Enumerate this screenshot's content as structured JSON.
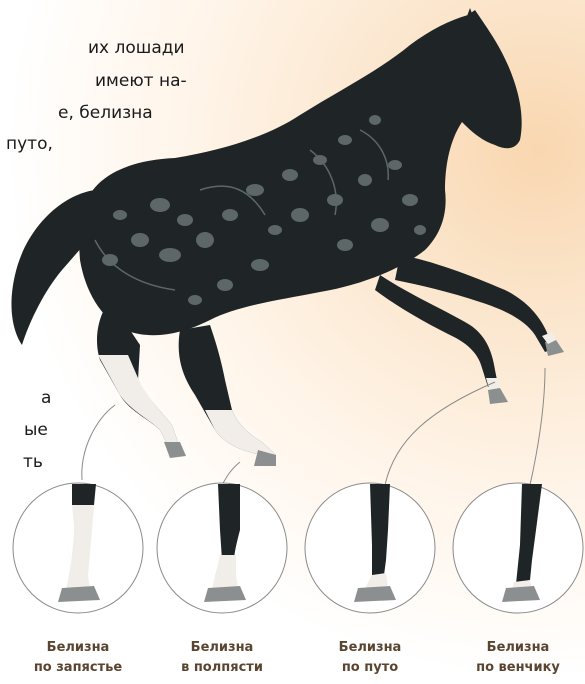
{
  "intro_text": {
    "line1": "их лошади",
    "line2": "имеют на-",
    "line3": "е, белизна",
    "line4": "путо,"
  },
  "side_text": {
    "line1": "а",
    "line2": "ые",
    "line3": "ть"
  },
  "captions": [
    {
      "line1": "Белизна",
      "line2": "по запястье"
    },
    {
      "line1": "Белизна",
      "line2": "в полпясти"
    },
    {
      "line1": "Белизна",
      "line2": "по путо"
    },
    {
      "line1": "Белизна",
      "line2": "по венчику"
    }
  ],
  "colors": {
    "horse_body": "#1f2526",
    "dapple": "#5d6768",
    "white_marking": "#f1eeea",
    "hoof": "#8c8f90",
    "caption_text": "#5a4530",
    "background_glow": "#f9d7b0"
  }
}
